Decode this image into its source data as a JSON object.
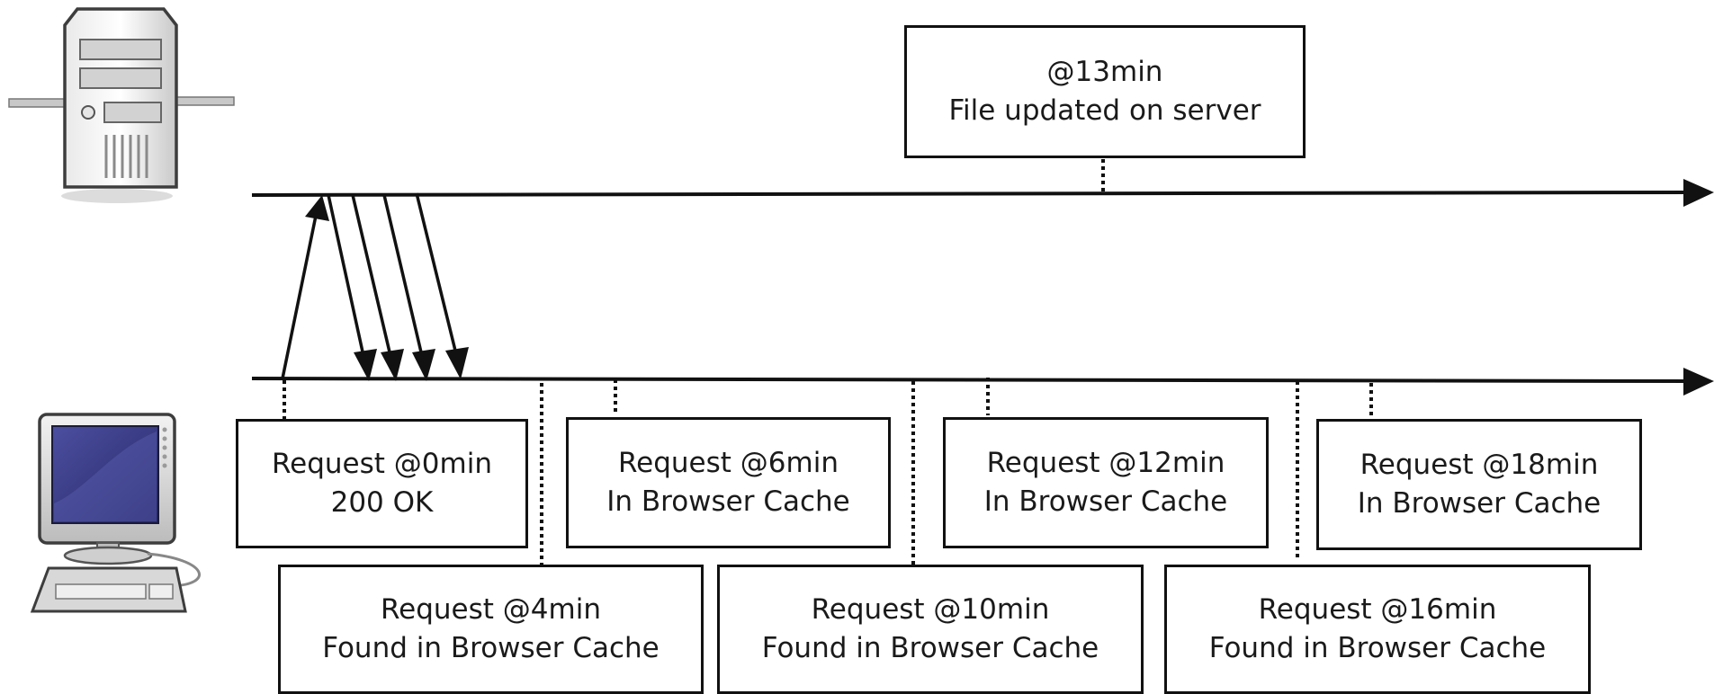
{
  "server_note": {
    "line1": "@13min",
    "line2": "File updated on server"
  },
  "client_notes": [
    {
      "line1": "Request @0min",
      "line2": "200 OK"
    },
    {
      "line1": "Request @4min",
      "line2": "Found in Browser Cache"
    },
    {
      "line1": "Request @6min",
      "line2": "In Browser Cache"
    },
    {
      "line1": "Request @10min",
      "line2": "Found in Browser Cache"
    },
    {
      "line1": "Request @12min",
      "line2": "In Browser Cache"
    },
    {
      "line1": "Request @16min",
      "line2": "Found in Browser Cache"
    },
    {
      "line1": "Request @18min",
      "line2": "In Browser Cache"
    }
  ],
  "icons": {
    "server": "server-tower-icon",
    "client": "desktop-computer-icon"
  },
  "colors": {
    "stroke": "#111111",
    "background": "#ffffff",
    "screen": "#34367e"
  }
}
